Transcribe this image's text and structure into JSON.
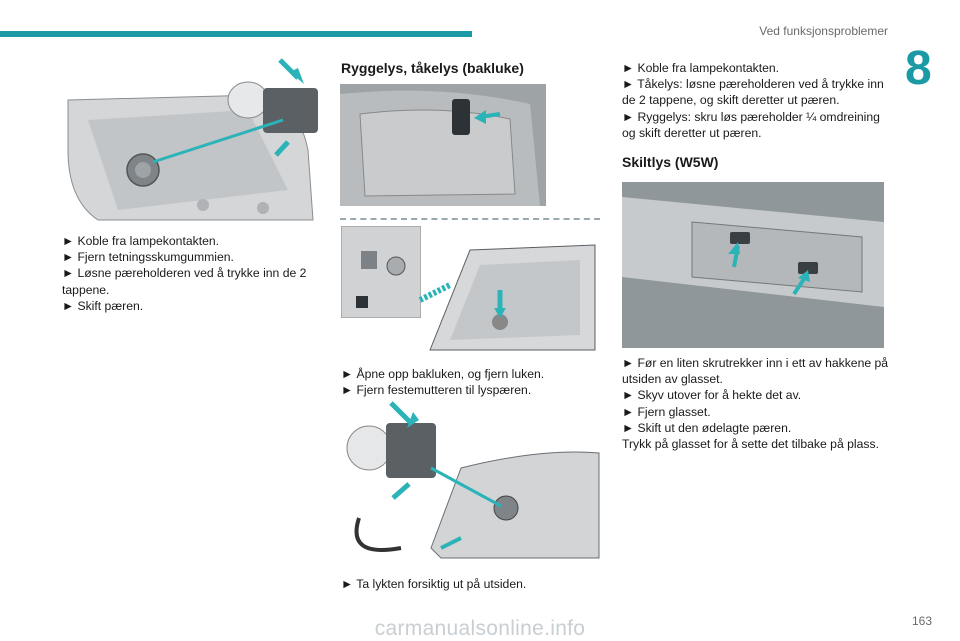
{
  "header": {
    "section": "Ved funksjonsproblemer",
    "chapter": "8"
  },
  "page_number": "163",
  "watermark": "carmanualsonline.info",
  "col1": {
    "steps": [
      "► Koble fra lampekontakten.",
      "► Fjern tetningsskumgummien.",
      "► Løsne pæreholderen ved å trykke inn de 2 tappene.",
      "► Skift pæren."
    ]
  },
  "col2": {
    "heading": "Ryggelys, tåkelys (bakluke)",
    "steps_a": [
      "► Åpne opp bakluken, og fjern luken.",
      "► Fjern festemutteren til lyspæren."
    ],
    "steps_b": [
      "► Ta lykten forsiktig ut på utsiden."
    ]
  },
  "col3": {
    "steps_top": [
      "► Koble fra lampekontakten.",
      "► Tåkelys: løsne pæreholderen ved å trykke inn de 2 tappene, og skift deretter ut pæren.",
      "► Ryggelys: skru løs pæreholder ¼ omdreining og skift deretter ut pæren."
    ],
    "heading": "Skiltlys (W5W)",
    "steps_bottom": [
      "► Før en liten skrutrekker inn i ett av hakkene på utsiden av glasset.",
      "► Skyv utover for å hekte det av.",
      "► Fjern glasset.",
      "► Skift ut den ødelagte pæren.",
      "Trykk på glasset for å sette det tilbake på plass."
    ]
  },
  "colors": {
    "accent": "#1b9aa6",
    "arrow": "#2bb3b8"
  }
}
